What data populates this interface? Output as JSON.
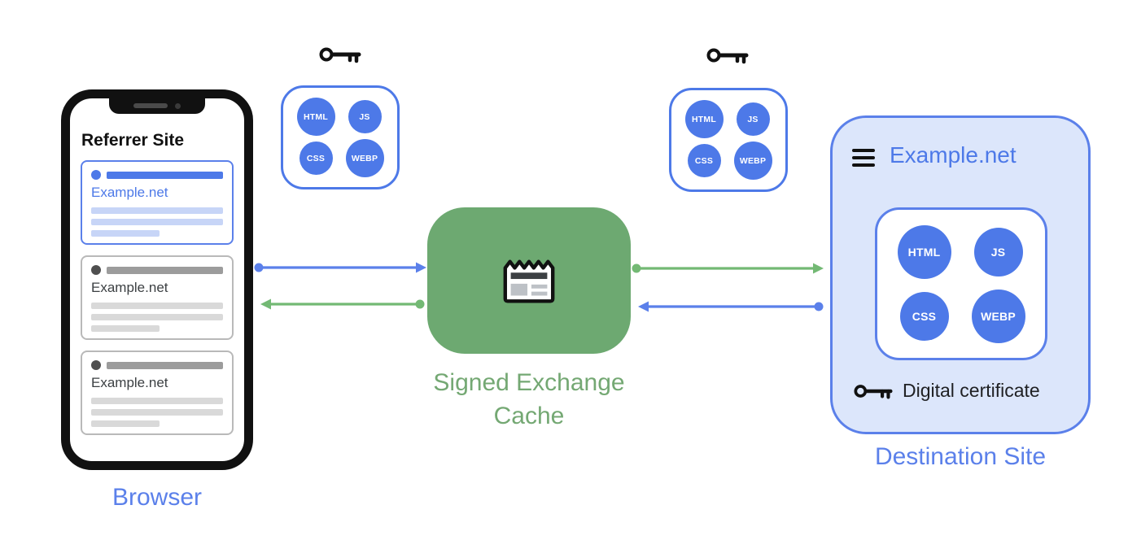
{
  "colors": {
    "blue": "#4d79e8",
    "blue_label": "#5b80ea",
    "light_blue_fill": "#dce6fb",
    "light_blue_bar": "#c7d5f7",
    "green_fill": "#6da971",
    "green_text": "#74a873",
    "green_arrow": "#73b974",
    "gray_bar": "#d9d9d9",
    "dark": "#202124"
  },
  "browser": {
    "label": "Browser",
    "referrer_title": "Referrer Site",
    "cards": [
      {
        "domain": "Example.net"
      },
      {
        "domain": "Example.net"
      },
      {
        "domain": "Example.net"
      }
    ]
  },
  "bundle": {
    "items": [
      "HTML",
      "JS",
      "CSS",
      "WEBP"
    ]
  },
  "cache": {
    "line1": "Signed Exchange",
    "line2": "Cache"
  },
  "destination": {
    "title": "Example.net",
    "items": [
      "HTML",
      "JS",
      "CSS",
      "WEBP"
    ],
    "certificate_label": "Digital certificate",
    "label": "Destination Site"
  }
}
